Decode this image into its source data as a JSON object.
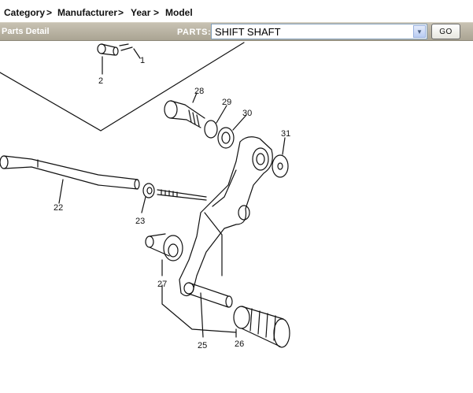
{
  "breadcrumb": {
    "items": [
      "Category",
      "Manufacturer",
      "Year",
      "Model"
    ],
    "separator": ">"
  },
  "toolbar": {
    "title": "Parts Detail",
    "parts_label": "PARTS:",
    "selected_part": "SHIFT SHAFT",
    "go_label": "GO"
  },
  "diagram": {
    "callouts": [
      "1",
      "2",
      "22",
      "23",
      "25",
      "26",
      "27",
      "28",
      "29",
      "30",
      "31"
    ]
  },
  "colors": {
    "toolbar_bg": "#b5af9f",
    "text_on_toolbar": "#ffffff",
    "line_art": "#111111"
  }
}
